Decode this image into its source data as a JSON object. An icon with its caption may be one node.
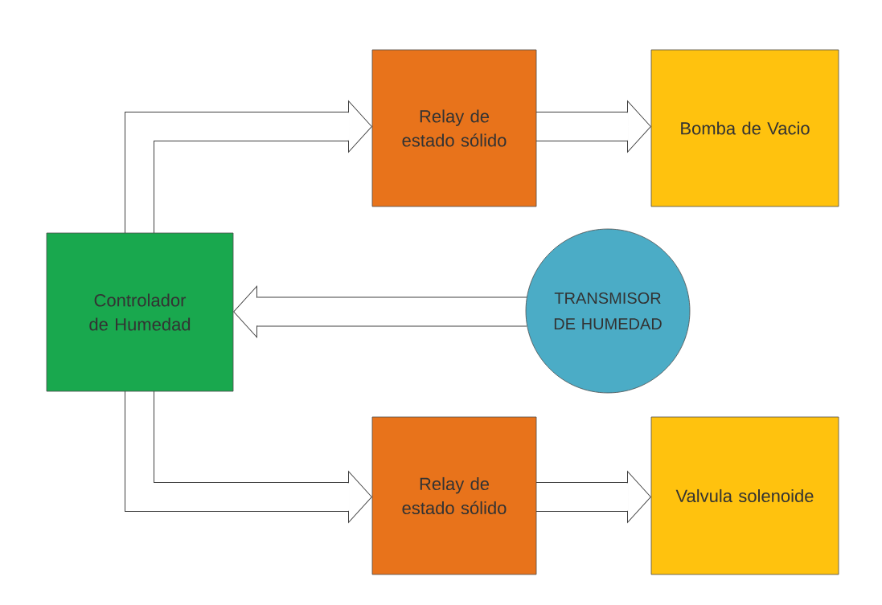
{
  "diagram": {
    "nodes": [
      {
        "text": [
          "Controlador de Humedad"
        ]
      },
      {
        "text": [
          "Relay de estado sólido"
        ]
      },
      {
        "text": [
          "Bomba de Vacio"
        ]
      },
      {
        "text": [
          "TRANSMISOR DE HUMEDAD"
        ]
      },
      {
        "text": [
          "Relay de estado sólido"
        ]
      },
      {
        "text": [
          "Valvula solenoide"
        ]
      }
    ],
    "edges": [
      {
        "from": 0,
        "to": 1,
        "arrow": "to"
      },
      {
        "from": 1,
        "to": 2,
        "arrow": "to"
      },
      {
        "from": 3,
        "to": 0,
        "arrow": "to"
      },
      {
        "from": 0,
        "to": 4,
        "arrow": "to"
      },
      {
        "from": 4,
        "to": 5,
        "arrow": "to"
      }
    ]
  }
}
